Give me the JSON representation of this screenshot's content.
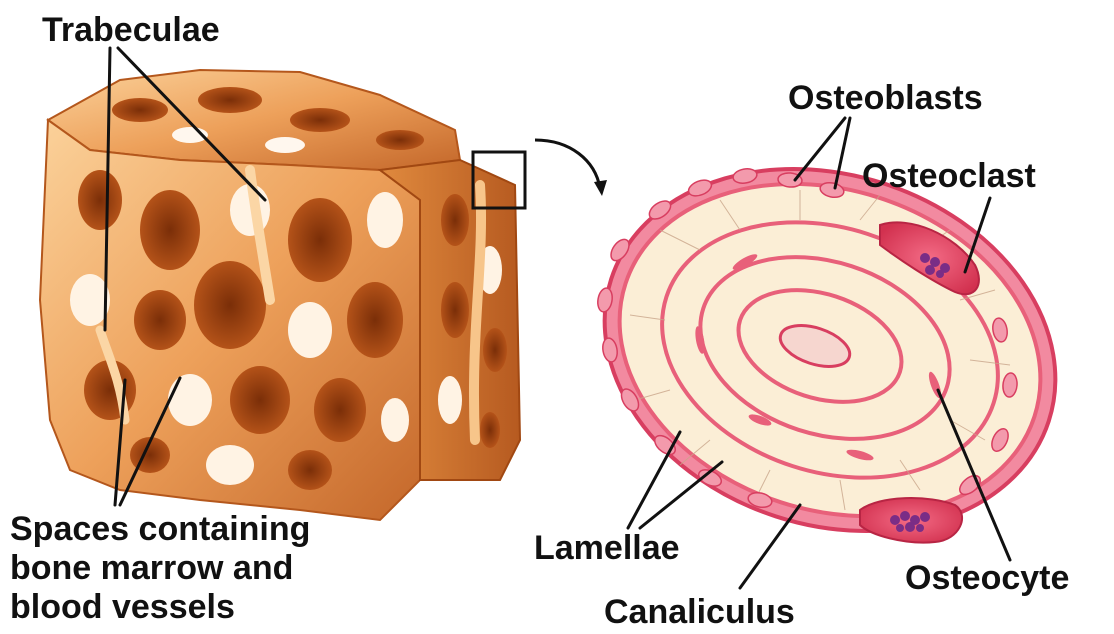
{
  "labels": {
    "trabeculae": "Trabeculae",
    "spaces": "Spaces containing\nbone marrow and\nblood vessels",
    "osteoblasts": "Osteoblasts",
    "osteoclast": "Osteoclast",
    "lamellae": "Lamellae",
    "osteocyte": "Osteocyte",
    "canaliculus": "Canaliculus"
  },
  "colors": {
    "bone_light": "#f6b36a",
    "bone_mid": "#e58a3c",
    "bone_dark": "#a84b18",
    "lamella_cream": "#fbeed6",
    "membrane_pink": "#e8607a",
    "cell_pink": "#f39aac",
    "nucleus_purple": "#7a2d86"
  }
}
